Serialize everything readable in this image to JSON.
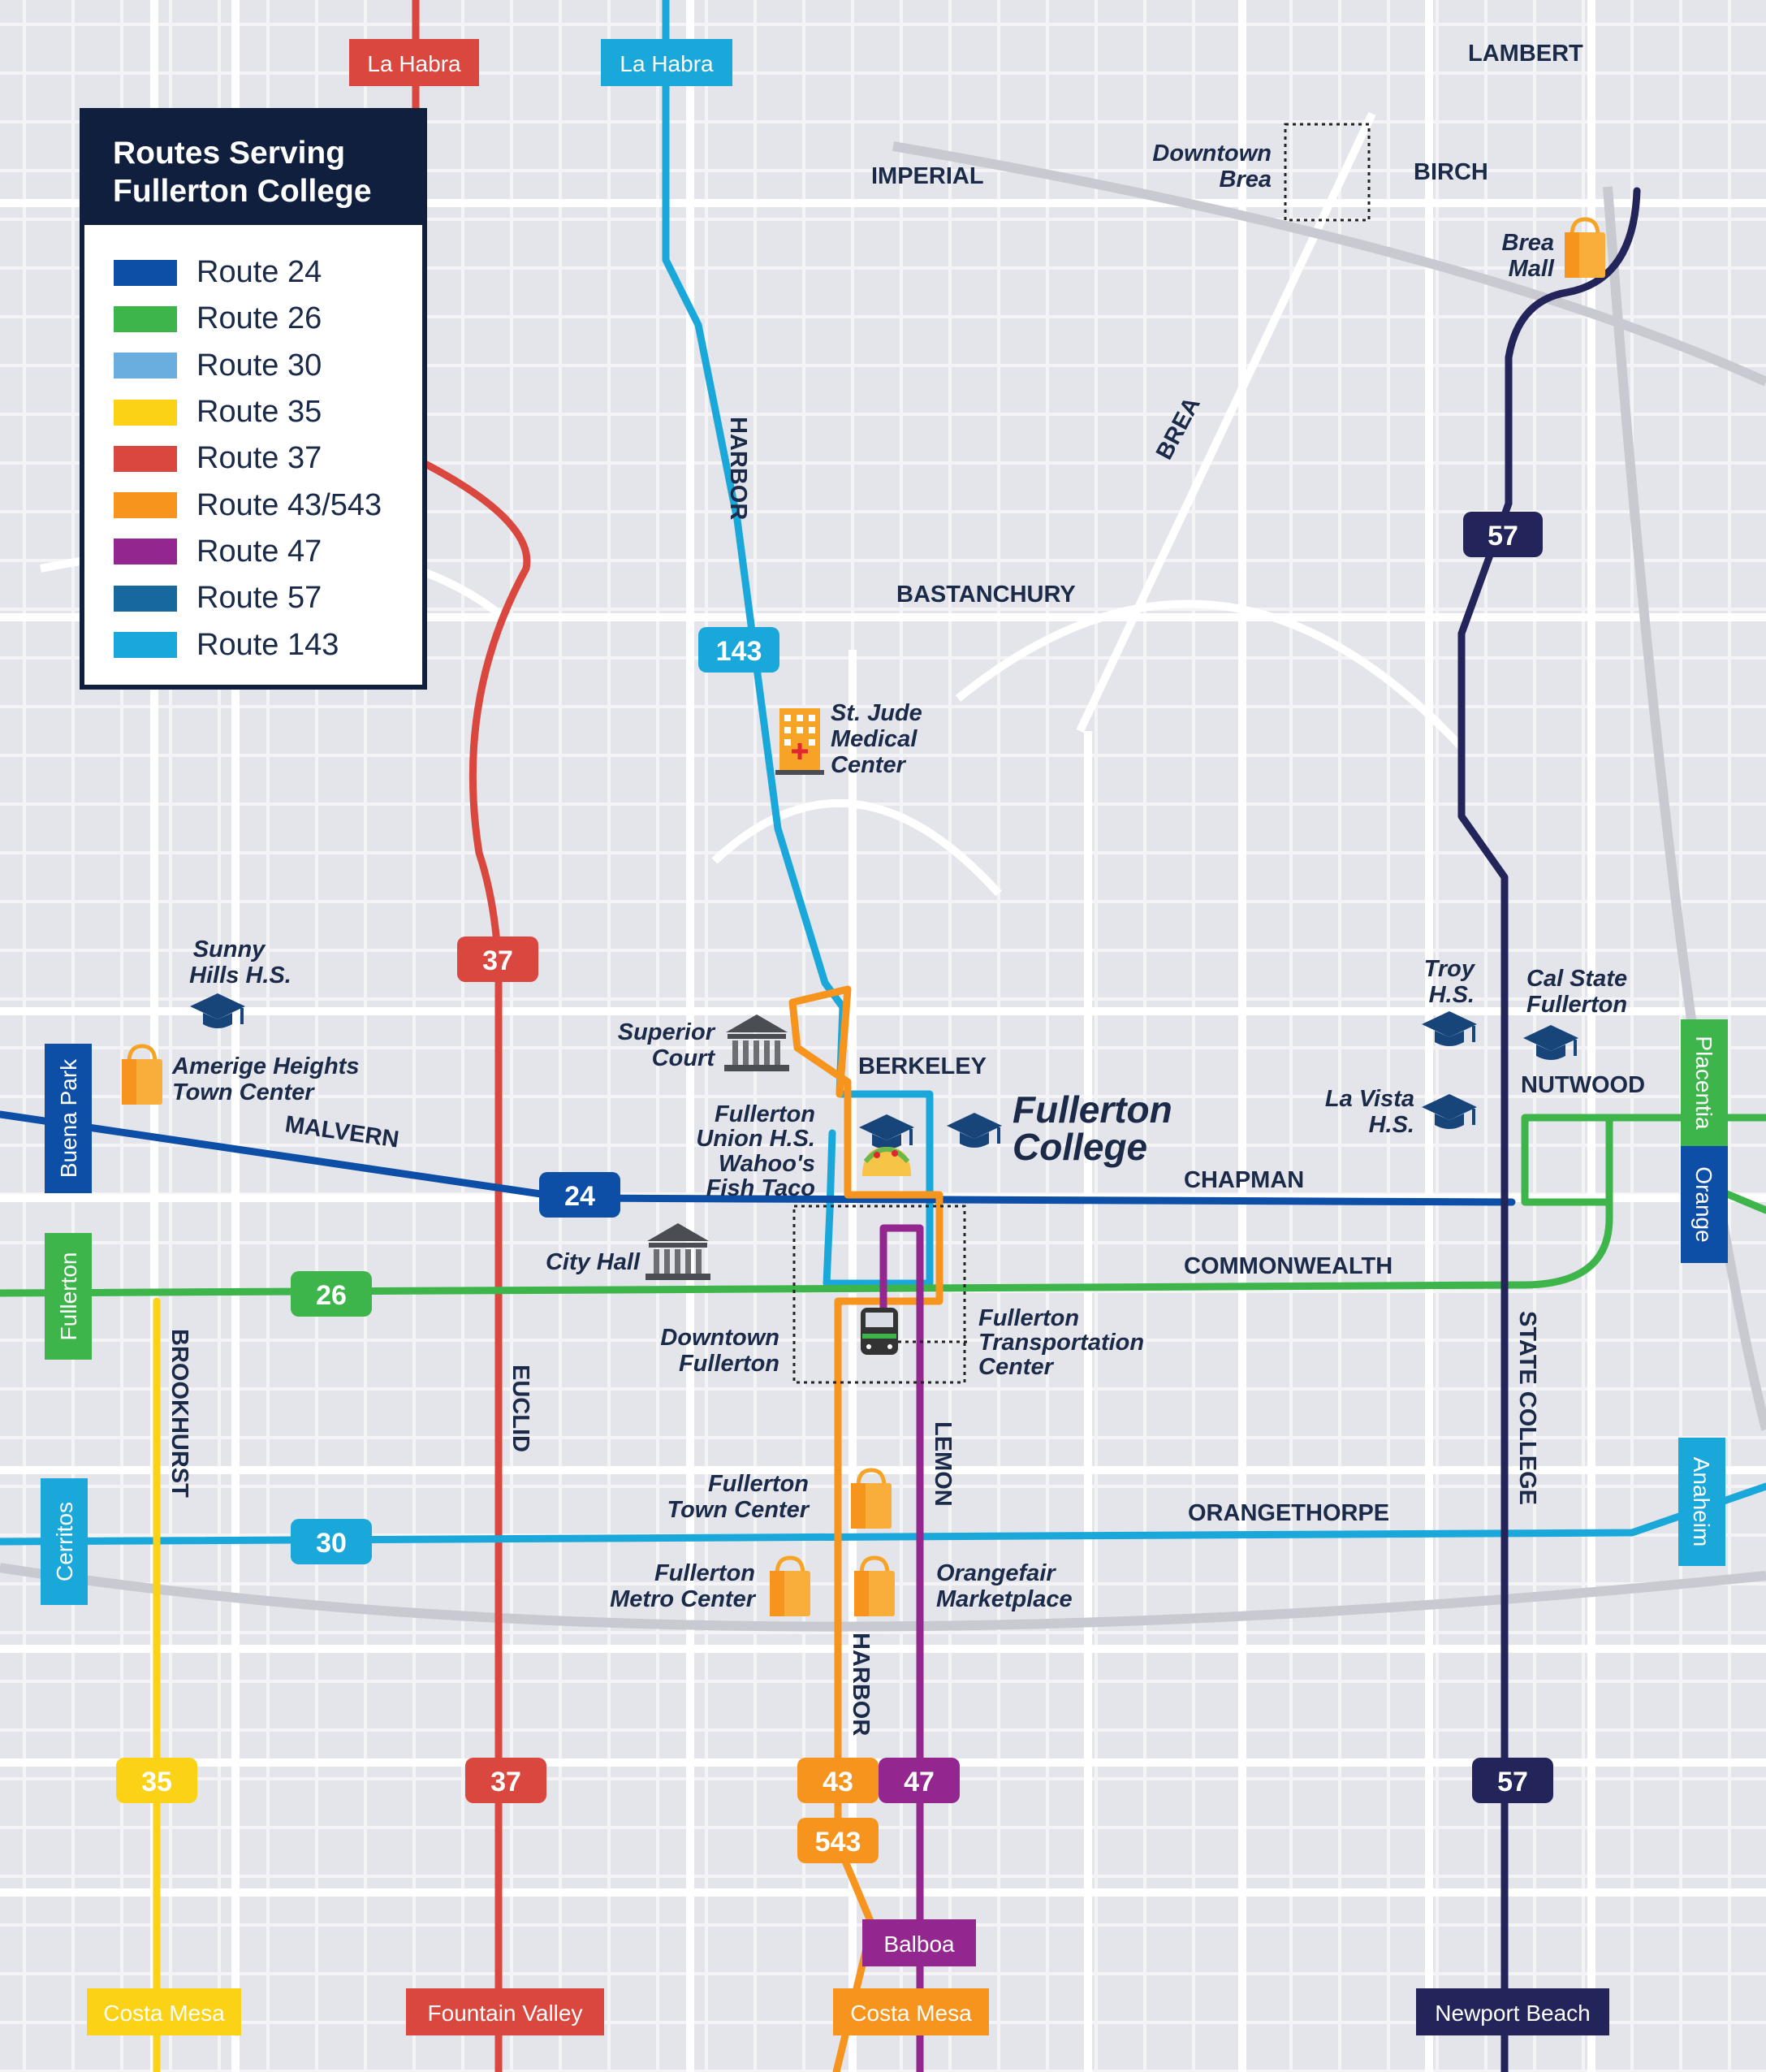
{
  "legend": {
    "title_line1": "Routes Serving",
    "title_line2": "Fullerton College",
    "items": [
      {
        "label": "Route 24",
        "color": "#0d4ea6"
      },
      {
        "label": "Route 26",
        "color": "#3db54a"
      },
      {
        "label": "Route 30",
        "color": "#6aaee0"
      },
      {
        "label": "Route 35",
        "color": "#fcd216"
      },
      {
        "label": "Route 37",
        "color": "#d9473f"
      },
      {
        "label": "Route 43/543",
        "color": "#f7941d"
      },
      {
        "label": "Route 47",
        "color": "#93278f"
      },
      {
        "label": "Route 57",
        "color": "#17689c"
      },
      {
        "label": "Route 143",
        "color": "#1aa7d9"
      }
    ]
  },
  "terminals": {
    "la_habra_37": "La Habra",
    "la_habra_143": "La Habra",
    "buena_park": "Buena Park",
    "fullerton": "Fullerton",
    "cerritos": "Cerritos",
    "placentia": "Placentia",
    "orange": "Orange",
    "anaheim": "Anaheim",
    "costa_mesa_35": "Costa Mesa",
    "fountain_valley": "Fountain Valley",
    "balboa": "Balboa",
    "costa_mesa_43": "Costa Mesa",
    "newport_beach": "Newport Beach"
  },
  "badges": {
    "r143": "143",
    "r57_top": "57",
    "r37_mid": "37",
    "r24": "24",
    "r26": "26",
    "r30": "30",
    "r35": "35",
    "r37_bot": "37",
    "r43": "43",
    "r47": "47",
    "r543": "543",
    "r57_bot": "57"
  },
  "streets": {
    "lambert": "LAMBERT",
    "imperial": "IMPERIAL",
    "birch": "BIRCH",
    "harbor_north": "HARBOR",
    "brea": "BREA",
    "bastanchury": "BASTANCHURY",
    "berkeley": "BERKELEY",
    "nutwood": "NUTWOOD",
    "malvern": "MALVERN",
    "chapman": "CHAPMAN",
    "commonwealth": "COMMONWEALTH",
    "brookhurst": "BROOKHURST",
    "euclid": "EUCLID",
    "lemon": "LEMON",
    "state_college": "STATE COLLEGE",
    "orangethorpe": "ORANGETHORPE",
    "harbor_south": "HARBOR"
  },
  "places": {
    "downtown_brea": [
      "Downtown",
      "Brea"
    ],
    "brea_mall": [
      "Brea",
      "Mall"
    ],
    "st_jude": [
      "St. Jude",
      "Medical",
      "Center"
    ],
    "sunny_hills": [
      "Sunny",
      "Hills H.S."
    ],
    "amerige": [
      "Amerige Heights",
      "Town Center"
    ],
    "superior_court": [
      "Superior",
      "Court"
    ],
    "fullerton_union": [
      "Fullerton",
      "Union H.S."
    ],
    "wahoos": [
      "Wahoo's",
      "Fish Taco"
    ],
    "fullerton_college": [
      "Fullerton",
      "College"
    ],
    "troy": [
      "Troy",
      "H.S."
    ],
    "cal_state": [
      "Cal State",
      "Fullerton"
    ],
    "la_vista": [
      "La Vista",
      "H.S."
    ],
    "city_hall": [
      "City Hall"
    ],
    "downtown_fullerton": [
      "Downtown",
      "Fullerton"
    ],
    "transportation_center": [
      "Fullerton",
      "Transportation",
      "Center"
    ],
    "town_center": [
      "Fullerton",
      "Town Center"
    ],
    "metro_center": [
      "Fullerton",
      "Metro Center"
    ],
    "orangefair": [
      "Orangefair",
      "Marketplace"
    ]
  },
  "icons": {
    "school": "graduation-cap-icon",
    "shopping": "shopping-bag-icon",
    "hospital": "hospital-icon",
    "court": "courthouse-icon",
    "food": "taco-icon",
    "train": "train-icon"
  }
}
